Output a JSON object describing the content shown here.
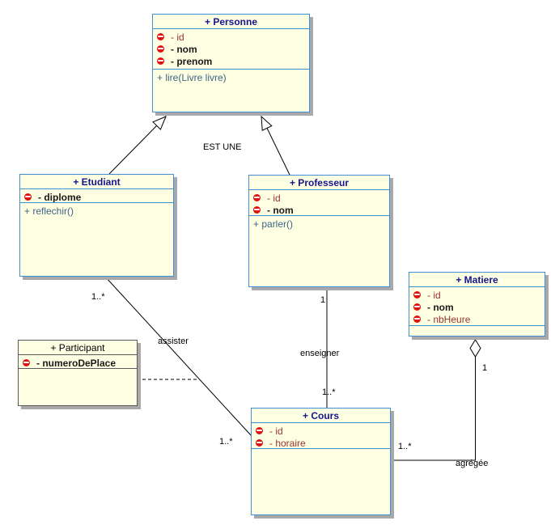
{
  "diagram": {
    "type": "uml-class-diagram",
    "colors": {
      "class_fill": "#FEFEE2",
      "class_border_blue": "#4090D8",
      "plain_border_gray": "#595959",
      "title_navy": "#15158F",
      "attribute_maroon": "#993333",
      "attribute_bold_black": "#1A1A1A",
      "method_slate_blue": "#3D6488",
      "shadow_gray": "#A9A9A9",
      "private_icon_red": "#E01111",
      "connector_black": "#000000"
    },
    "classes": {
      "personne": {
        "title": "+ Personne",
        "attributes": [
          {
            "text": "- id",
            "visibility": "private",
            "bold": false
          },
          {
            "text": "- nom",
            "visibility": "private",
            "bold": true
          },
          {
            "text": "- prenom",
            "visibility": "private",
            "bold": true
          }
        ],
        "methods": [
          "+ lire(Livre livre)"
        ]
      },
      "etudiant": {
        "title": "+ Etudiant",
        "attributes": [
          {
            "text": "- diplome",
            "visibility": "private",
            "bold": true
          }
        ],
        "methods": [
          "+ reflechir()"
        ]
      },
      "professeur": {
        "title": "+ Professeur",
        "attributes": [
          {
            "text": "- id",
            "visibility": "private",
            "bold": false
          },
          {
            "text": "- nom",
            "visibility": "private",
            "bold": true
          }
        ],
        "methods": [
          "+ parler()"
        ]
      },
      "matiere": {
        "title": "+ Matiere",
        "attributes": [
          {
            "text": "- id",
            "visibility": "private",
            "bold": false
          },
          {
            "text": "- nom",
            "visibility": "private",
            "bold": true
          },
          {
            "text": "- nbHeure",
            "visibility": "private",
            "bold": false
          }
        ],
        "methods": []
      },
      "participant": {
        "title": "+ Participant",
        "attributes": [
          {
            "text": "- numeroDePlace",
            "visibility": "private",
            "bold": true
          }
        ],
        "methods": []
      },
      "cours": {
        "title": "+ Cours",
        "attributes": [
          {
            "text": "- id",
            "visibility": "private",
            "bold": false
          },
          {
            "text": "- horaire",
            "visibility": "private",
            "bold": false
          }
        ],
        "methods": []
      }
    },
    "labels": {
      "est_une": "EST UNE",
      "assister": "assister",
      "enseigner": "enseigner",
      "agregee": "agrégée",
      "mult_etudiant_assister": "1..*",
      "mult_cours_assister": "1..*",
      "mult_professeur_enseigner": "1",
      "mult_cours_enseigner": "1..*",
      "mult_matiere_agregee": "1",
      "mult_cours_agregee": "1..*"
    },
    "relationships": [
      {
        "type": "generalization",
        "from": "Etudiant",
        "to": "Personne",
        "label": "EST UNE"
      },
      {
        "type": "generalization",
        "from": "Professeur",
        "to": "Personne",
        "label": "EST UNE"
      },
      {
        "type": "association",
        "from": "Etudiant",
        "to": "Cours",
        "label": "assister",
        "from_multiplicity": "1..*",
        "to_multiplicity": "1..*",
        "association_class": "Participant"
      },
      {
        "type": "association",
        "from": "Professeur",
        "to": "Cours",
        "label": "enseigner",
        "from_multiplicity": "1",
        "to_multiplicity": "1..*"
      },
      {
        "type": "aggregation",
        "aggregate": "Matiere",
        "part": "Cours",
        "label": "agrégée",
        "aggregate_multiplicity": "1",
        "part_multiplicity": "1..*"
      }
    ]
  }
}
